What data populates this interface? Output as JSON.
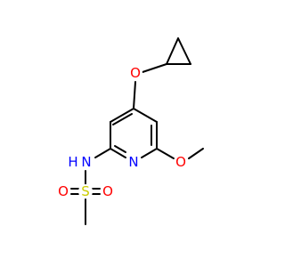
{
  "molecule": {
    "colors": {
      "bond": "#000000",
      "oxygen": "#FF0000",
      "nitrogen": "#0000FF",
      "sulfur": "#CCCC00"
    },
    "atoms": {
      "O_ether": "O",
      "O_methoxy": "O",
      "N_ring": "N",
      "N_amine": "N",
      "H_amine": "H",
      "S": "S",
      "O_sulfonyl_left": "O",
      "O_sulfonyl_right": "O"
    }
  }
}
